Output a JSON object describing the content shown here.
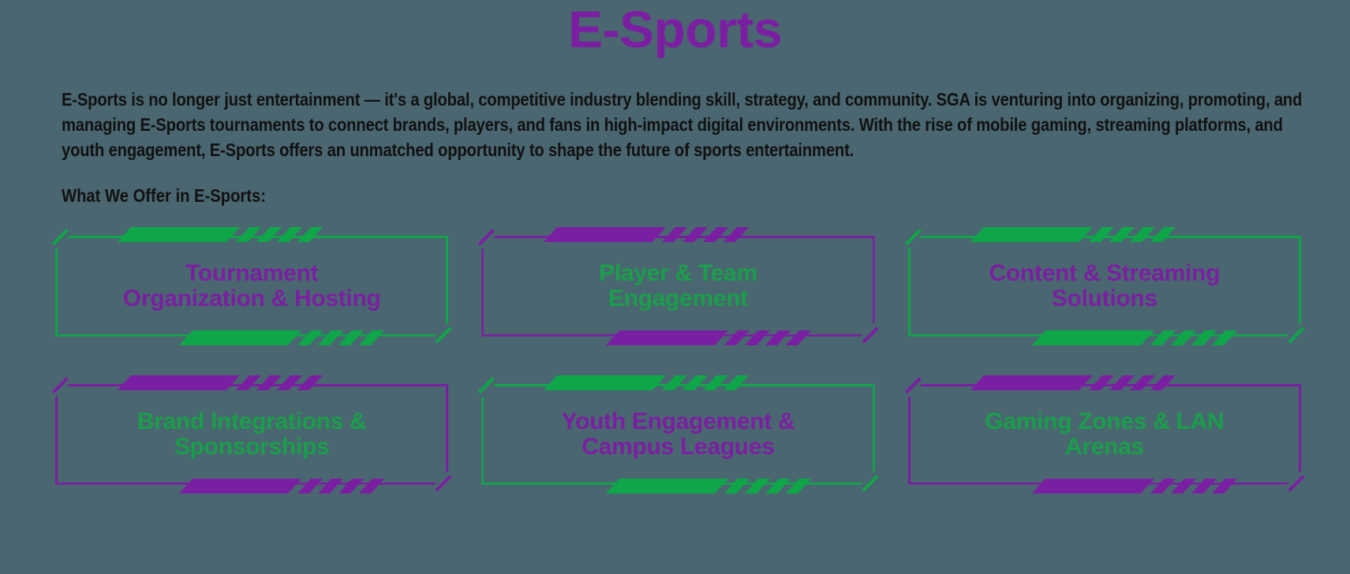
{
  "page": {
    "background_color": "#4a6670",
    "title": "E-Sports",
    "title_color": "#7b1fa2"
  },
  "intro": {
    "paragraph": "E-Sports is no longer just entertainment — it's a global, competitive industry blending skill, strategy, and community. SGA is venturing into organizing, promoting, and managing E-Sports tournaments to connect brands, players, and fans in high-impact digital environments. With the rise of mobile gaming, streaming platforms, and youth engagement, E-Sports offers an unmatched opportunity to shape the future of sports entertainment.",
    "subheading": "What We Offer in E-Sports:"
  },
  "colors": {
    "purple": "#7b1fa2",
    "green": "#0fa64a",
    "text_green": "#1a9e4b",
    "body_text": "#111111"
  },
  "cards": [
    {
      "label": "Tournament\nOrganization & Hosting",
      "line1": "Tournament",
      "line2": "Organization & Hosting",
      "frame_color": "#0fa64a",
      "text_color": "#7b1fa2",
      "theme": "green"
    },
    {
      "label": "Player & Team\nEngagement",
      "line1": "Player &  Team",
      "line2": "Engagement",
      "frame_color": "#7b1fa2",
      "text_color": "#1a9e4b",
      "theme": "purple"
    },
    {
      "label": "Content & Streaming\nSolutions",
      "line1": "Content & Streaming",
      "line2": "Solutions",
      "frame_color": "#0fa64a",
      "text_color": "#7b1fa2",
      "theme": "green"
    },
    {
      "label": "Brand Integrations &\nSponsorships",
      "line1": "Brand Integrations &",
      "line2": "Sponsorships",
      "frame_color": "#7b1fa2",
      "text_color": "#1a9e4b",
      "theme": "purple"
    },
    {
      "label": "Youth Engagement &\nCampus Leagues",
      "line1": "Youth Engagement &",
      "line2": "Campus Leagues",
      "frame_color": "#0fa64a",
      "text_color": "#7b1fa2",
      "theme": "green"
    },
    {
      "label": "Gaming Zones & LAN\nArenas",
      "line1": "Gaming Zones & LAN",
      "line2": "Arenas",
      "frame_color": "#7b1fa2",
      "text_color": "#1a9e4b",
      "theme": "purple"
    }
  ]
}
